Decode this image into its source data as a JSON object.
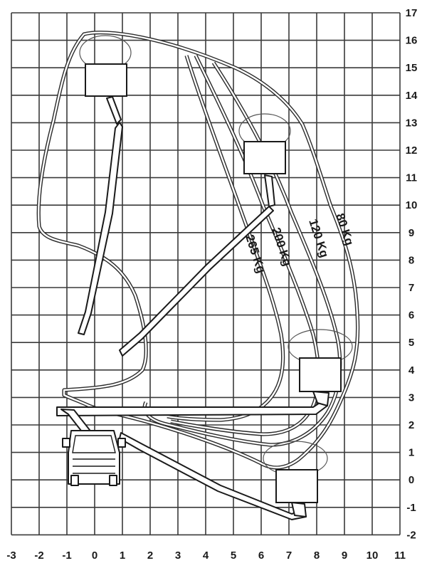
{
  "x_axis": {
    "ticks": [
      "-3",
      "-2",
      "-1",
      "0",
      "1",
      "2",
      "3",
      "4",
      "5",
      "6",
      "7",
      "8",
      "9",
      "10",
      "11"
    ]
  },
  "y_axis": {
    "ticks": [
      "17",
      "16",
      "15",
      "14",
      "13",
      "12",
      "11",
      "10",
      "9",
      "8",
      "7",
      "6",
      "5",
      "4",
      "3",
      "2",
      "1",
      "0",
      "-1",
      "-2"
    ]
  },
  "load_curves": [
    {
      "label": "265 Kg"
    },
    {
      "label": "200 Kg"
    },
    {
      "label": "120 Kg"
    },
    {
      "label": "80 Kg"
    }
  ]
}
